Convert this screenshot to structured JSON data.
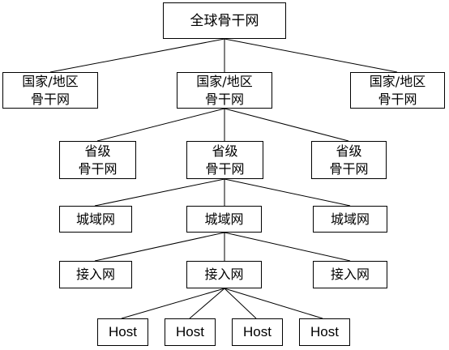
{
  "hierarchy": {
    "global_backbone": {
      "line1": "全球骨干网"
    },
    "national_backbones": [
      {
        "line1": "国家/地区",
        "line2": "骨干网"
      },
      {
        "line1": "国家/地区",
        "line2": "骨干网"
      },
      {
        "line1": "国家/地区",
        "line2": "骨干网"
      }
    ],
    "provincial_backbones": [
      {
        "line1": "省级",
        "line2": "骨干网"
      },
      {
        "line1": "省级",
        "line2": "骨干网"
      },
      {
        "line1": "省级",
        "line2": "骨干网"
      }
    ],
    "metro_networks": [
      {
        "line1": "城域网"
      },
      {
        "line1": "城域网"
      },
      {
        "line1": "城域网"
      }
    ],
    "access_networks": [
      {
        "line1": "接入网"
      },
      {
        "line1": "接入网"
      },
      {
        "line1": "接入网"
      }
    ],
    "hosts": [
      {
        "line1": "Host"
      },
      {
        "line1": "Host"
      },
      {
        "line1": "Host"
      },
      {
        "line1": "Host"
      }
    ]
  },
  "colors": {
    "border": "#000000",
    "background": "#ffffff",
    "line": "#000000"
  }
}
